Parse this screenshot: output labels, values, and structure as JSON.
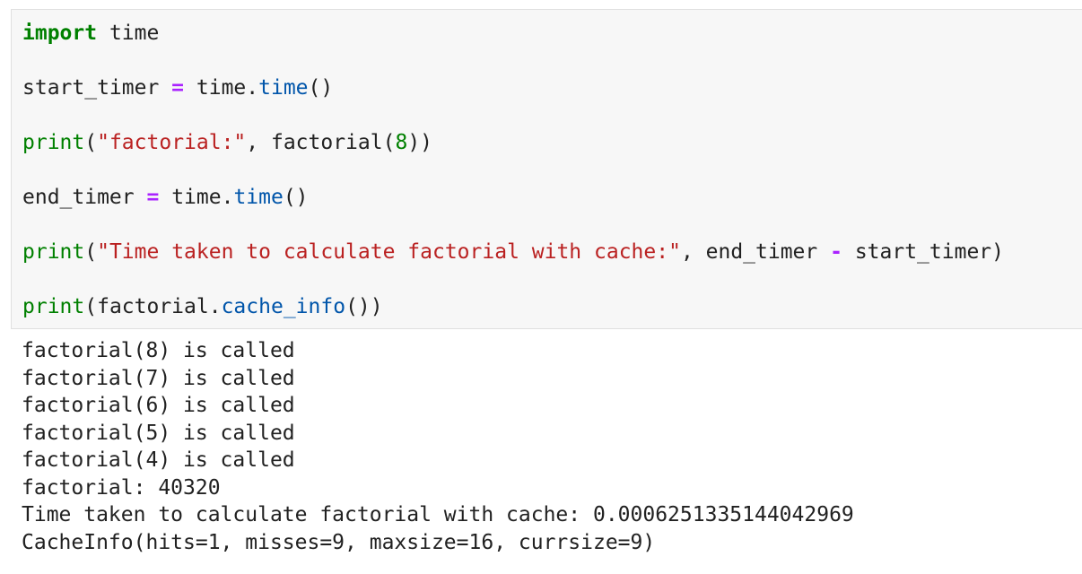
{
  "code_cell": {
    "line1": {
      "kw": "import",
      "rest": " time"
    },
    "line2": {
      "var": "start_timer ",
      "op": "=",
      "mid": " time.",
      "attr": "time",
      "end": "()"
    },
    "line3": {
      "fn": "print",
      "open": "(",
      "str": "\"factorial:\"",
      "mid": ", factorial(",
      "num": "8",
      "end": "))"
    },
    "line4": {
      "var": "end_timer ",
      "op": "=",
      "mid": " time.",
      "attr": "time",
      "end": "()"
    },
    "line5": {
      "fn": "print",
      "open": "(",
      "str": "\"Time taken to calculate factorial with cache:\"",
      "mid": ", end_timer ",
      "op": "-",
      "end": " start_timer)"
    },
    "line6": {
      "fn": "print",
      "open": "(factorial.",
      "attr": "cache_info",
      "end": "())"
    }
  },
  "output": {
    "lines": [
      "factorial(8) is called",
      "factorial(7) is called",
      "factorial(6) is called",
      "factorial(5) is called",
      "factorial(4) is called",
      "factorial: 40320",
      "Time taken to calculate factorial with cache: 0.0006251335144042969",
      "CacheInfo(hits=1, misses=9, maxsize=16, currsize=9)"
    ]
  }
}
